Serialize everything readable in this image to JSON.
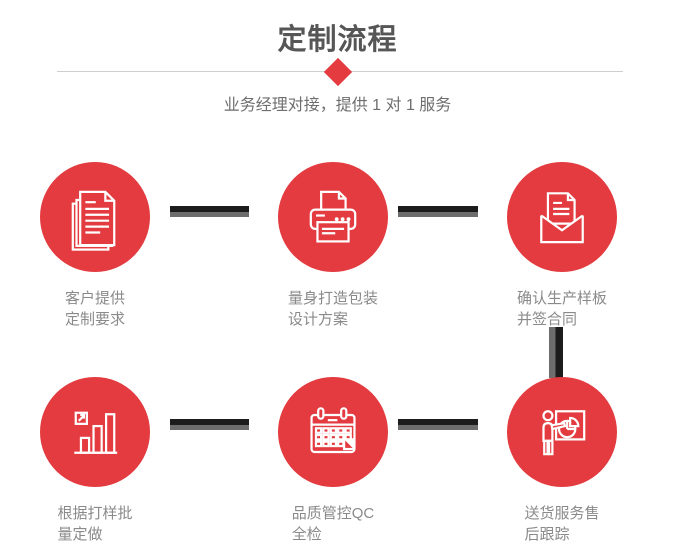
{
  "header": {
    "title": "定制流程",
    "subtitle": "业务经理对接，提供 1 对 1 服务"
  },
  "colors": {
    "accent_red": "#e33b3f",
    "title_gray": "#565656",
    "subtitle_gray": "#6e6e6e",
    "label_gray": "#8a8a8a",
    "connector_black": "#1c1c1c",
    "connector_gray": "#6d6d6d",
    "divider_gray": "#cfcfcf",
    "icon_white": "#ffffff"
  },
  "steps": [
    {
      "icon": "documents-icon",
      "lines": [
        "客户提供",
        "定制要求"
      ]
    },
    {
      "icon": "printer-icon",
      "lines": [
        "量身打造包装",
        "设计方案"
      ]
    },
    {
      "icon": "envelope-icon",
      "lines": [
        "确认生产样板",
        "并签合同"
      ]
    },
    {
      "icon": "bar-chart-icon",
      "lines": [
        "根据打样批",
        "量定做"
      ]
    },
    {
      "icon": "calendar-icon",
      "lines": [
        "品质管控QC",
        "全检"
      ]
    },
    {
      "icon": "presentation-icon",
      "lines": [
        "送货服务售",
        "后跟踪"
      ]
    }
  ]
}
